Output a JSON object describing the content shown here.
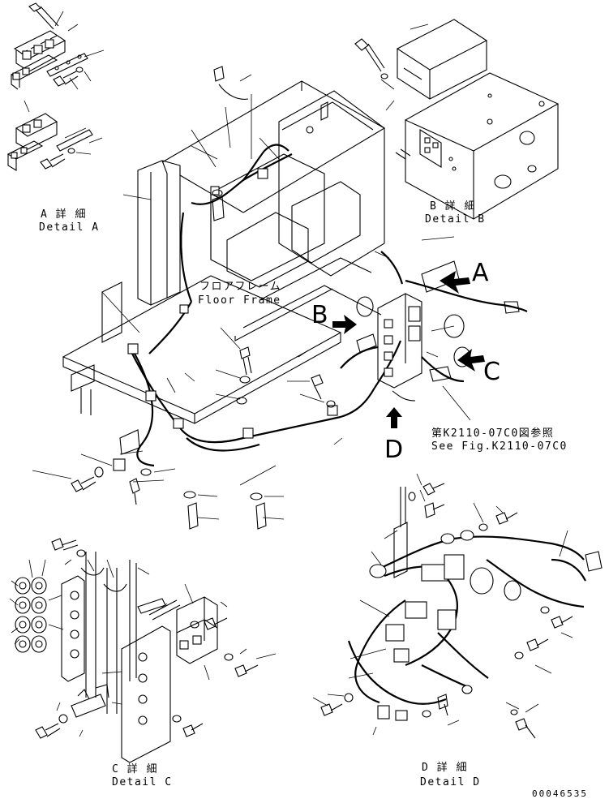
{
  "labels": {
    "detail_a_jp": "A 詳 細",
    "detail_a_en": "Detail A",
    "detail_b_jp": "B 詳 細",
    "detail_b_en": "Detail B",
    "detail_c_jp": "C 詳 細",
    "detail_c_en": "Detail C",
    "detail_d_jp": "D 詳 細",
    "detail_d_en": "Detail D",
    "floor_frame_jp": "フロアフレーム",
    "floor_frame_en": "Floor Frame",
    "see_fig_jp": "第K2110-07C0図参照",
    "see_fig_en": "See Fig.K2110-07C0",
    "view_a": "A",
    "view_b": "B",
    "view_c": "C",
    "view_d": "D",
    "drawing_number": "00046535"
  },
  "icons": [
    "arrow-a-icon",
    "arrow-b-icon",
    "arrow-c-icon",
    "arrow-d-icon"
  ]
}
